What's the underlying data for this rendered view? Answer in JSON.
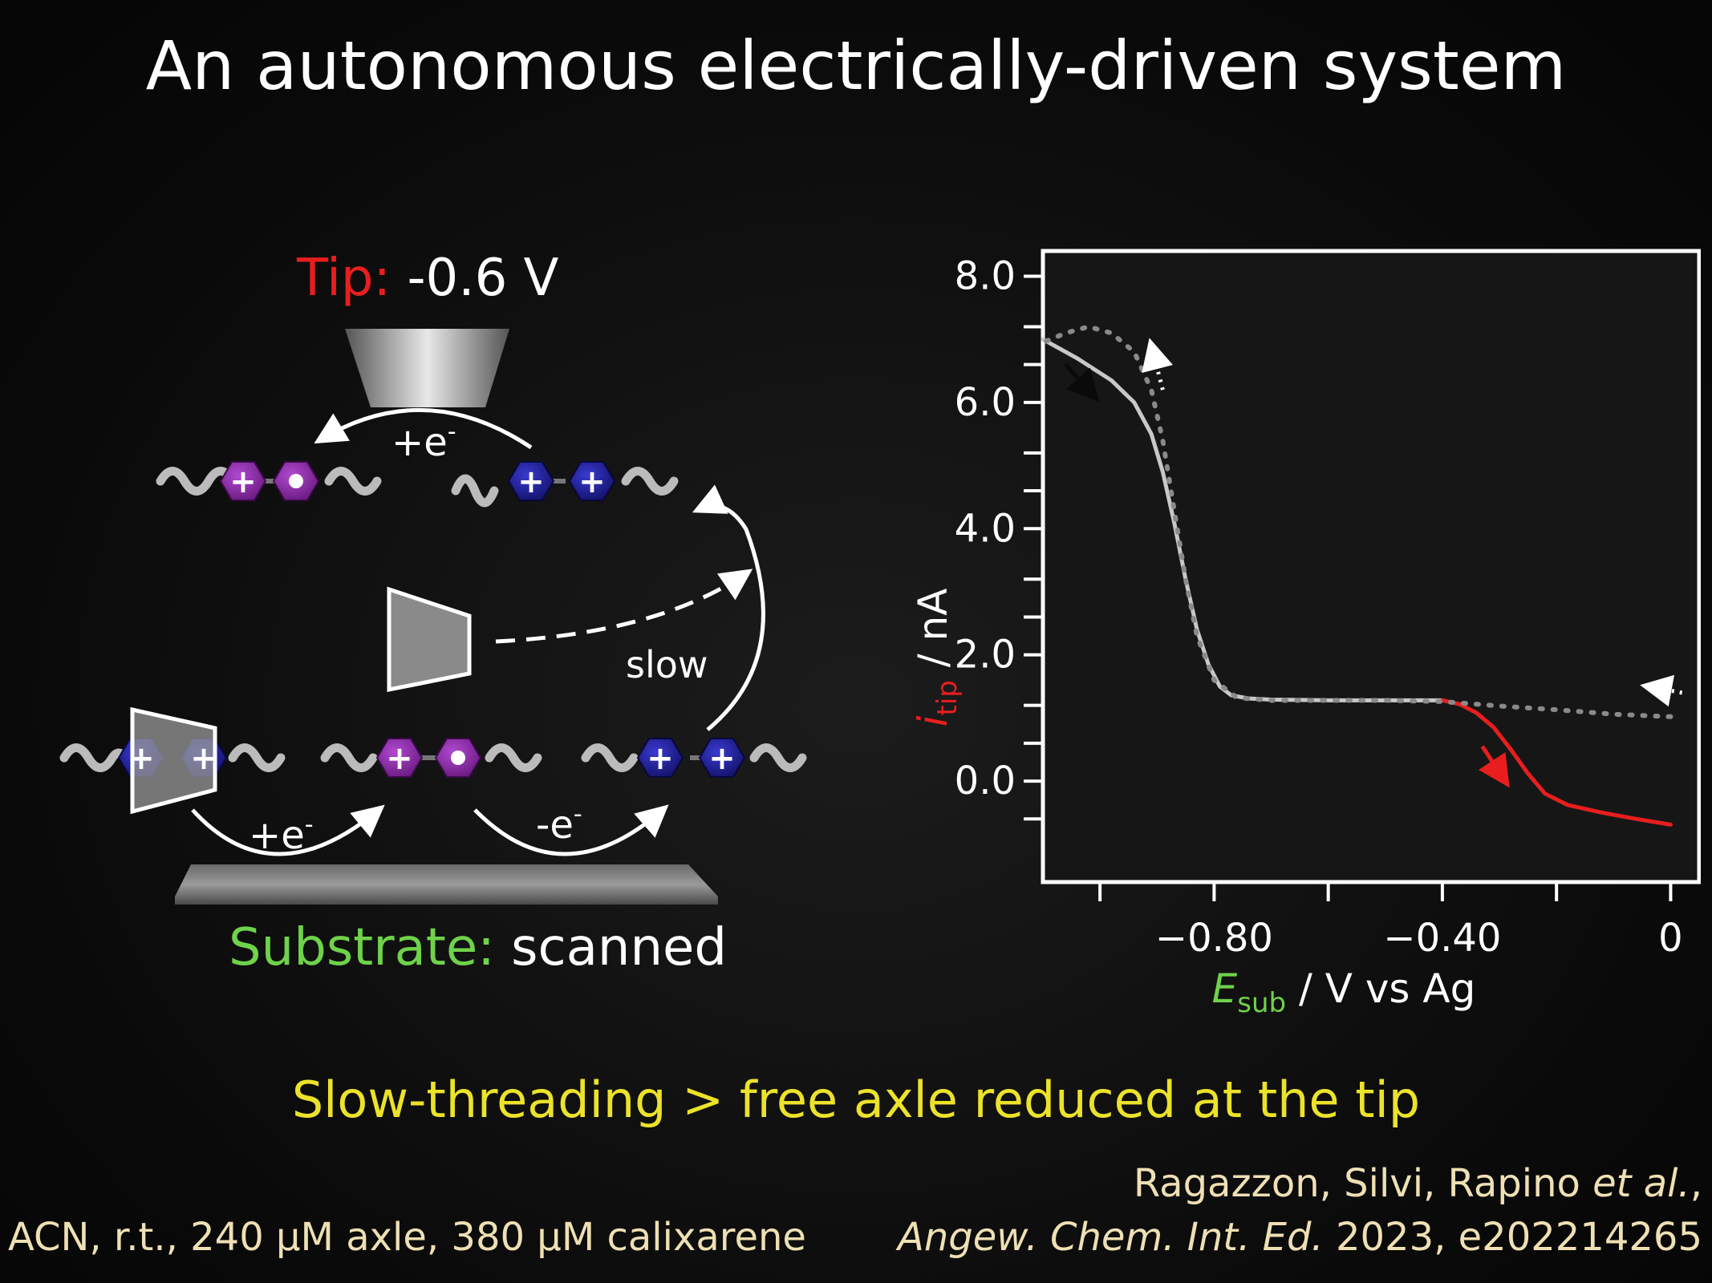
{
  "title": "An autonomous electrically-driven system",
  "tip": {
    "label": "Tip:",
    "value": "-0.6 V",
    "reaction": "+e",
    "reaction_sup": "-"
  },
  "substrate": {
    "label": "Substrate:",
    "value": "scanned",
    "reaction_reduce": "+e",
    "reaction_reduce_sup": "-",
    "reaction_oxidize": "-e",
    "reaction_oxidize_sup": "-"
  },
  "scheme": {
    "slow_label": "slow",
    "plus_symbol": "+"
  },
  "colors": {
    "tip": "#e81e1e",
    "substrate": "#6fd24a",
    "conclusion": "#ece22a",
    "reference": "#efe0b4",
    "ring_purple": "#7a1f8f",
    "ring_blue": "#1a1a8a"
  },
  "conclusion": "Slow-threading > free axle reduced at the tip",
  "conditions": {
    "text": "ACN, r.t., 240 µM axle, 380 µM calixarene"
  },
  "reference": {
    "authors": "Ragazzon, Silvi, Rapino ",
    "etal": "et al.",
    "journal": "Angew. Chem. Int. Ed.",
    "year_id": " 2023, e202214265"
  },
  "chart_data": {
    "type": "line",
    "xlabel_symbol": "E",
    "xlabel_sub": "sub",
    "xlabel_rest": " / V vs Ag",
    "ylabel_symbol": "i",
    "ylabel_sub": "tip",
    "ylabel_rest": " / nA",
    "xlim": [
      -1.1,
      0.05
    ],
    "ylim": [
      -1.6,
      8.4
    ],
    "x_ticks": [
      -1.0,
      -0.8,
      -0.6,
      -0.4,
      -0.2,
      0.0
    ],
    "x_tick_labels": [
      "",
      "−0.80",
      "",
      "−0.40",
      "",
      "0"
    ],
    "y_ticks": [
      -0.6,
      0.0,
      0.6,
      1.2,
      2.0,
      2.6,
      3.2,
      4.0,
      4.6,
      5.2,
      6.0,
      6.6,
      7.2,
      8.0
    ],
    "y_tick_labels": [
      "",
      "0.0",
      "",
      "",
      "2.0",
      "",
      "",
      "4.0",
      "",
      "",
      "6.0",
      "",
      "",
      "8.0"
    ],
    "series": [
      {
        "style": "solid-grey",
        "color": "#c8c8c8",
        "x": [
          -1.1,
          -1.04,
          -0.98,
          -0.94,
          -0.91,
          -0.89,
          -0.87,
          -0.85,
          -0.83,
          -0.81,
          -0.79,
          -0.77,
          -0.74,
          -0.7,
          -0.6,
          -0.5,
          -0.4
        ],
        "y": [
          7.0,
          6.7,
          6.35,
          6.0,
          5.5,
          4.9,
          4.1,
          3.2,
          2.4,
          1.85,
          1.5,
          1.36,
          1.31,
          1.29,
          1.28,
          1.28,
          1.28
        ]
      },
      {
        "style": "solid-red",
        "color": "#e81e1e",
        "x": [
          -0.4,
          -0.37,
          -0.34,
          -0.31,
          -0.28,
          -0.25,
          -0.22,
          -0.18,
          -0.12,
          -0.06,
          0.0
        ],
        "y": [
          1.28,
          1.22,
          1.08,
          0.85,
          0.5,
          0.12,
          -0.2,
          -0.38,
          -0.5,
          -0.6,
          -0.69
        ]
      },
      {
        "style": "dotted-grey",
        "color": "#8a8a8a",
        "x": [
          0.0,
          -0.1,
          -0.2,
          -0.3,
          -0.4,
          -0.5,
          -0.6,
          -0.7,
          -0.76,
          -0.8,
          -0.83,
          -0.85,
          -0.87,
          -0.89,
          -0.91,
          -0.94,
          -0.98,
          -1.02,
          -1.06,
          -1.1
        ],
        "y": [
          1.02,
          1.06,
          1.13,
          1.19,
          1.26,
          1.28,
          1.28,
          1.28,
          1.32,
          1.6,
          2.3,
          3.2,
          4.3,
          5.4,
          6.2,
          6.8,
          7.1,
          7.2,
          7.1,
          6.95
        ]
      }
    ],
    "annotations": [
      {
        "type": "arrow",
        "style": "dark",
        "color": "#0a0a0a",
        "from": [
          -1.06,
          6.6
        ],
        "to": [
          -1.01,
          6.1
        ]
      },
      {
        "type": "arrow",
        "style": "dotted-white",
        "color": "#ffffff",
        "from": [
          -0.89,
          6.2
        ],
        "to": [
          -0.91,
          6.9
        ]
      },
      {
        "type": "arrow",
        "style": "dotted-white",
        "color": "#ffffff",
        "from": [
          0.02,
          1.4
        ],
        "to": [
          -0.04,
          1.5
        ]
      },
      {
        "type": "arrow",
        "style": "solid-red",
        "color": "#e81e1e",
        "from": [
          -0.33,
          0.55
        ],
        "to": [
          -0.29,
          0.0
        ]
      }
    ]
  }
}
